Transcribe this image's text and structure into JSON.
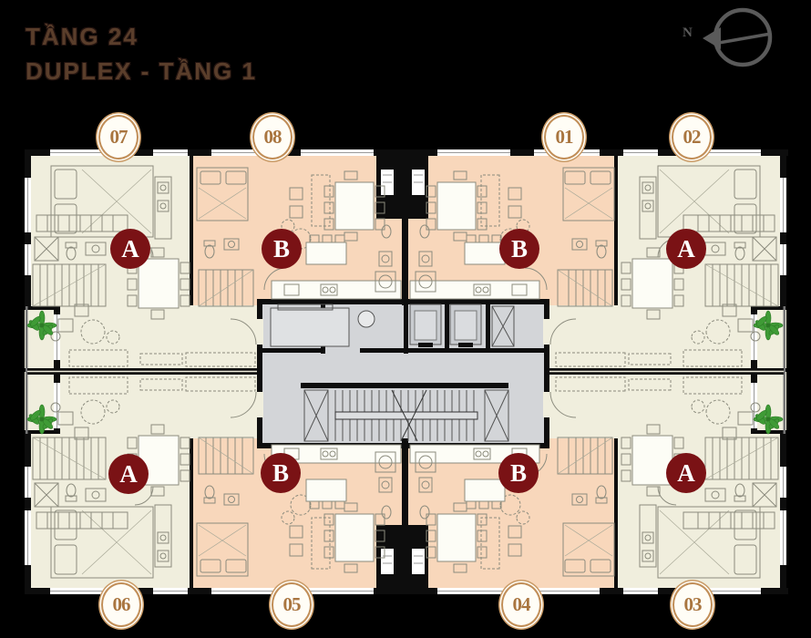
{
  "header": {
    "line1": "TẦNG 24",
    "line2": "DUPLEX - TẦNG 1"
  },
  "compass": {
    "label": "N",
    "icon": "north-arrow-icon"
  },
  "units": [
    {
      "number": "07",
      "type": "A",
      "position": "top-left",
      "fill": "#f0eedd"
    },
    {
      "number": "08",
      "type": "B",
      "position": "top-center-left",
      "fill": "#f8d7bb"
    },
    {
      "number": "01",
      "type": "B",
      "position": "top-center-right",
      "fill": "#f8d7bb"
    },
    {
      "number": "02",
      "type": "A",
      "position": "top-right",
      "fill": "#f0eedd"
    },
    {
      "number": "06",
      "type": "A",
      "position": "bottom-left",
      "fill": "#f0eedd"
    },
    {
      "number": "05",
      "type": "B",
      "position": "bottom-center-left",
      "fill": "#f8d7bb"
    },
    {
      "number": "04",
      "type": "B",
      "position": "bottom-center-right",
      "fill": "#f8d7bb"
    },
    {
      "number": "03",
      "type": "A",
      "position": "bottom-right",
      "fill": "#f0eedd"
    }
  ],
  "palette": {
    "background": "#000000",
    "unit_type_a_fill": "#f0eedd",
    "unit_type_b_fill": "#f8d7bb",
    "core_fill": "#d3d5d8",
    "wall": "#0d0d0d",
    "type_badge_fill": "#7a1215",
    "number_badge_ring": "#c18e58",
    "number_badge_text": "#a9753f",
    "title_text": "#5a3e2b",
    "plant_green": "#3f9b36"
  }
}
